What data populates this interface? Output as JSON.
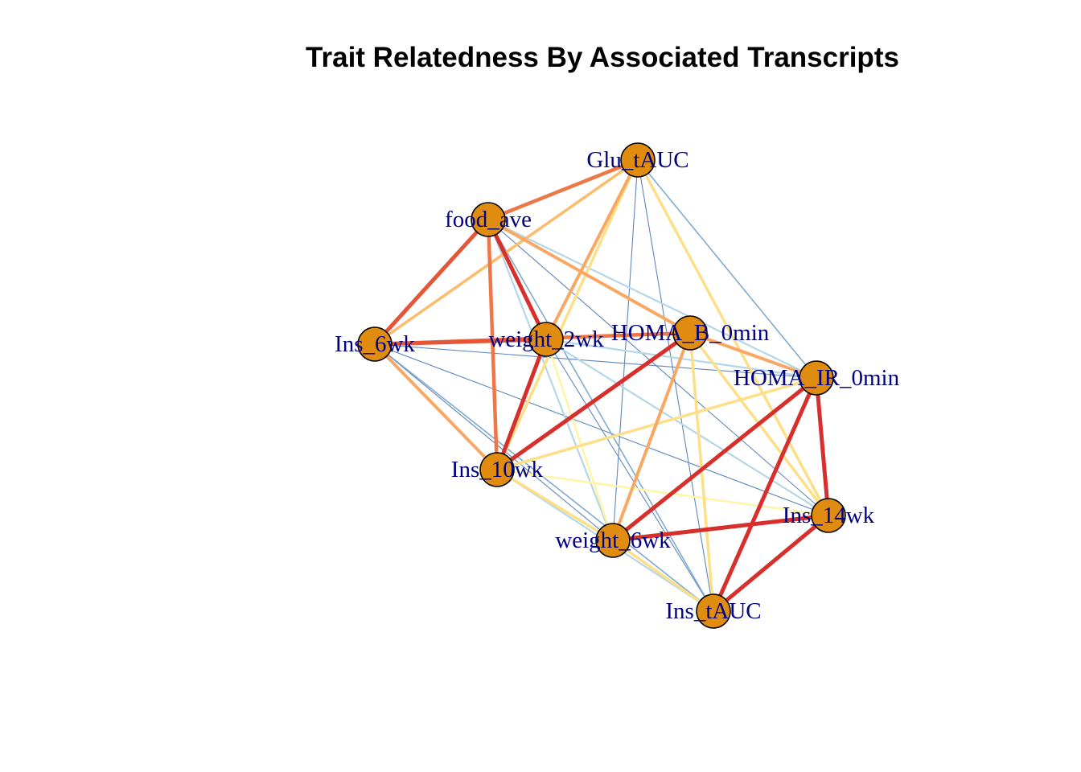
{
  "title": "Trait Relatedness By Associated Transcripts",
  "colors": {
    "node_fill": "#E08C10",
    "node_stroke": "#000000",
    "label": "#000080",
    "strong": "#D7302C",
    "red_orange": "#E45637",
    "orange": "#EF7647",
    "light_orange": "#F9A864",
    "pale_orange": "#FDBB6E",
    "pale_yellow": "#FDDF88",
    "yellow": "#FEF6A5",
    "light_blue": "#B5D6E6",
    "mid_blue": "#80ABCF",
    "blue": "#5E86BC"
  },
  "nodes": [
    {
      "id": "Glu_tAUC",
      "label": "Glu_tAUC"
    },
    {
      "id": "food_ave",
      "label": "food_ave"
    },
    {
      "id": "Ins_6wk",
      "label": "Ins_6wk"
    },
    {
      "id": "weight_2wk",
      "label": "weight_2wk"
    },
    {
      "id": "HOMA_B_0min",
      "label": "HOMA_B_0min"
    },
    {
      "id": "HOMA_IR_0min",
      "label": "HOMA_IR_0min"
    },
    {
      "id": "Ins_10wk",
      "label": "Ins_10wk"
    },
    {
      "id": "Ins_14wk",
      "label": "Ins_14wk"
    },
    {
      "id": "weight_6wk",
      "label": "weight_6wk"
    },
    {
      "id": "Ins_tAUC",
      "label": "Ins_tAUC"
    }
  ],
  "edges": [
    {
      "source": "Glu_tAUC",
      "target": "food_ave",
      "color": "orange"
    },
    {
      "source": "Glu_tAUC",
      "target": "Ins_6wk",
      "color": "pale_orange"
    },
    {
      "source": "Glu_tAUC",
      "target": "weight_2wk",
      "color": "light_orange"
    },
    {
      "source": "Glu_tAUC",
      "target": "Ins_10wk",
      "color": "pale_yellow"
    },
    {
      "source": "Glu_tAUC",
      "target": "weight_6wk",
      "color": "blue"
    },
    {
      "source": "Glu_tAUC",
      "target": "Ins_tAUC",
      "color": "blue"
    },
    {
      "source": "Glu_tAUC",
      "target": "Ins_14wk",
      "color": "pale_yellow"
    },
    {
      "source": "Glu_tAUC",
      "target": "HOMA_IR_0min",
      "color": "mid_blue"
    },
    {
      "source": "food_ave",
      "target": "Ins_6wk",
      "color": "red_orange"
    },
    {
      "source": "food_ave",
      "target": "Ins_10wk",
      "color": "orange"
    },
    {
      "source": "food_ave",
      "target": "weight_2wk",
      "color": "strong"
    },
    {
      "source": "food_ave",
      "target": "HOMA_B_0min",
      "color": "light_orange"
    },
    {
      "source": "food_ave",
      "target": "HOMA_IR_0min",
      "color": "light_blue"
    },
    {
      "source": "food_ave",
      "target": "weight_6wk",
      "color": "light_blue"
    },
    {
      "source": "food_ave",
      "target": "Ins_tAUC",
      "color": "mid_blue"
    },
    {
      "source": "food_ave",
      "target": "Ins_14wk",
      "color": "blue"
    },
    {
      "source": "Ins_6wk",
      "target": "weight_2wk",
      "color": "red_orange"
    },
    {
      "source": "Ins_6wk",
      "target": "HOMA_B_0min",
      "color": "orange"
    },
    {
      "source": "Ins_6wk",
      "target": "Ins_10wk",
      "color": "light_orange"
    },
    {
      "source": "Ins_6wk",
      "target": "HOMA_IR_0min",
      "color": "blue"
    },
    {
      "source": "Ins_6wk",
      "target": "weight_6wk",
      "color": "blue"
    },
    {
      "source": "Ins_6wk",
      "target": "Ins_14wk",
      "color": "blue"
    },
    {
      "source": "Ins_6wk",
      "target": "Ins_tAUC",
      "color": "mid_blue"
    },
    {
      "source": "weight_2wk",
      "target": "Ins_10wk",
      "color": "strong"
    },
    {
      "source": "weight_2wk",
      "target": "HOMA_IR_0min",
      "color": "light_blue"
    },
    {
      "source": "weight_2wk",
      "target": "weight_6wk",
      "color": "yellow"
    },
    {
      "source": "weight_2wk",
      "target": "Ins_tAUC",
      "color": "blue"
    },
    {
      "source": "weight_2wk",
      "target": "Ins_14wk",
      "color": "light_blue"
    },
    {
      "source": "HOMA_B_0min",
      "target": "HOMA_IR_0min",
      "color": "light_orange"
    },
    {
      "source": "HOMA_B_0min",
      "target": "Ins_10wk",
      "color": "strong"
    },
    {
      "source": "HOMA_B_0min",
      "target": "weight_6wk",
      "color": "light_orange"
    },
    {
      "source": "HOMA_B_0min",
      "target": "Ins_tAUC",
      "color": "pale_yellow"
    },
    {
      "source": "HOMA_B_0min",
      "target": "Ins_14wk",
      "color": "pale_yellow"
    },
    {
      "source": "HOMA_IR_0min",
      "target": "Ins_10wk",
      "color": "pale_yellow"
    },
    {
      "source": "HOMA_IR_0min",
      "target": "weight_6wk",
      "color": "strong"
    },
    {
      "source": "HOMA_IR_0min",
      "target": "Ins_tAUC",
      "color": "strong"
    },
    {
      "source": "HOMA_IR_0min",
      "target": "Ins_14wk",
      "color": "strong"
    },
    {
      "source": "Ins_10wk",
      "target": "weight_6wk",
      "color": "pale_yellow"
    },
    {
      "source": "Ins_10wk",
      "target": "Ins_14wk",
      "color": "yellow"
    },
    {
      "source": "Ins_10wk",
      "target": "Ins_tAUC",
      "color": "light_blue"
    },
    {
      "source": "weight_6wk",
      "target": "Ins_14wk",
      "color": "strong"
    },
    {
      "source": "weight_6wk",
      "target": "Ins_tAUC",
      "color": "pale_yellow"
    },
    {
      "source": "Ins_tAUC",
      "target": "Ins_14wk",
      "color": "strong"
    }
  ]
}
